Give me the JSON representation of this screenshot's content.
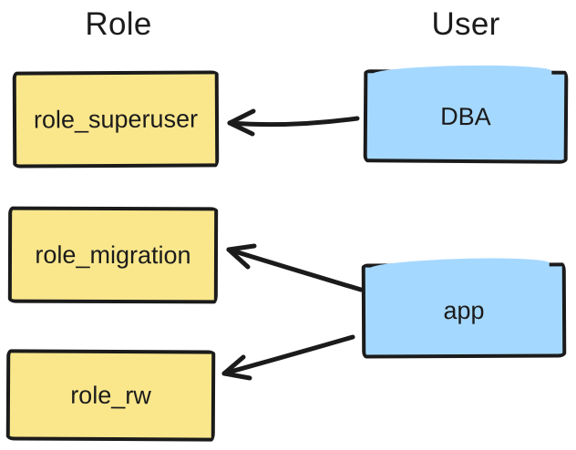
{
  "diagram": {
    "headers": {
      "role": "Role",
      "user": "User"
    },
    "nodes": [
      {
        "id": "role_superuser",
        "label": "role_superuser",
        "type": "role"
      },
      {
        "id": "role_migration",
        "label": "role_migration",
        "type": "role"
      },
      {
        "id": "role_rw",
        "label": "role_rw",
        "type": "role"
      },
      {
        "id": "dba",
        "label": "DBA",
        "type": "user"
      },
      {
        "id": "app",
        "label": "app",
        "type": "user"
      }
    ],
    "edges": [
      {
        "from": "DBA",
        "to": "role_superuser"
      },
      {
        "from": "app",
        "to": "role_migration"
      },
      {
        "from": "app",
        "to": "role_rw"
      }
    ],
    "colors": {
      "role_fill": "#FAE78C",
      "user_fill": "#A5D8FF",
      "stroke": "#1B1B1B",
      "text": "#1B1B1B",
      "background": "#FFFFFF"
    }
  }
}
